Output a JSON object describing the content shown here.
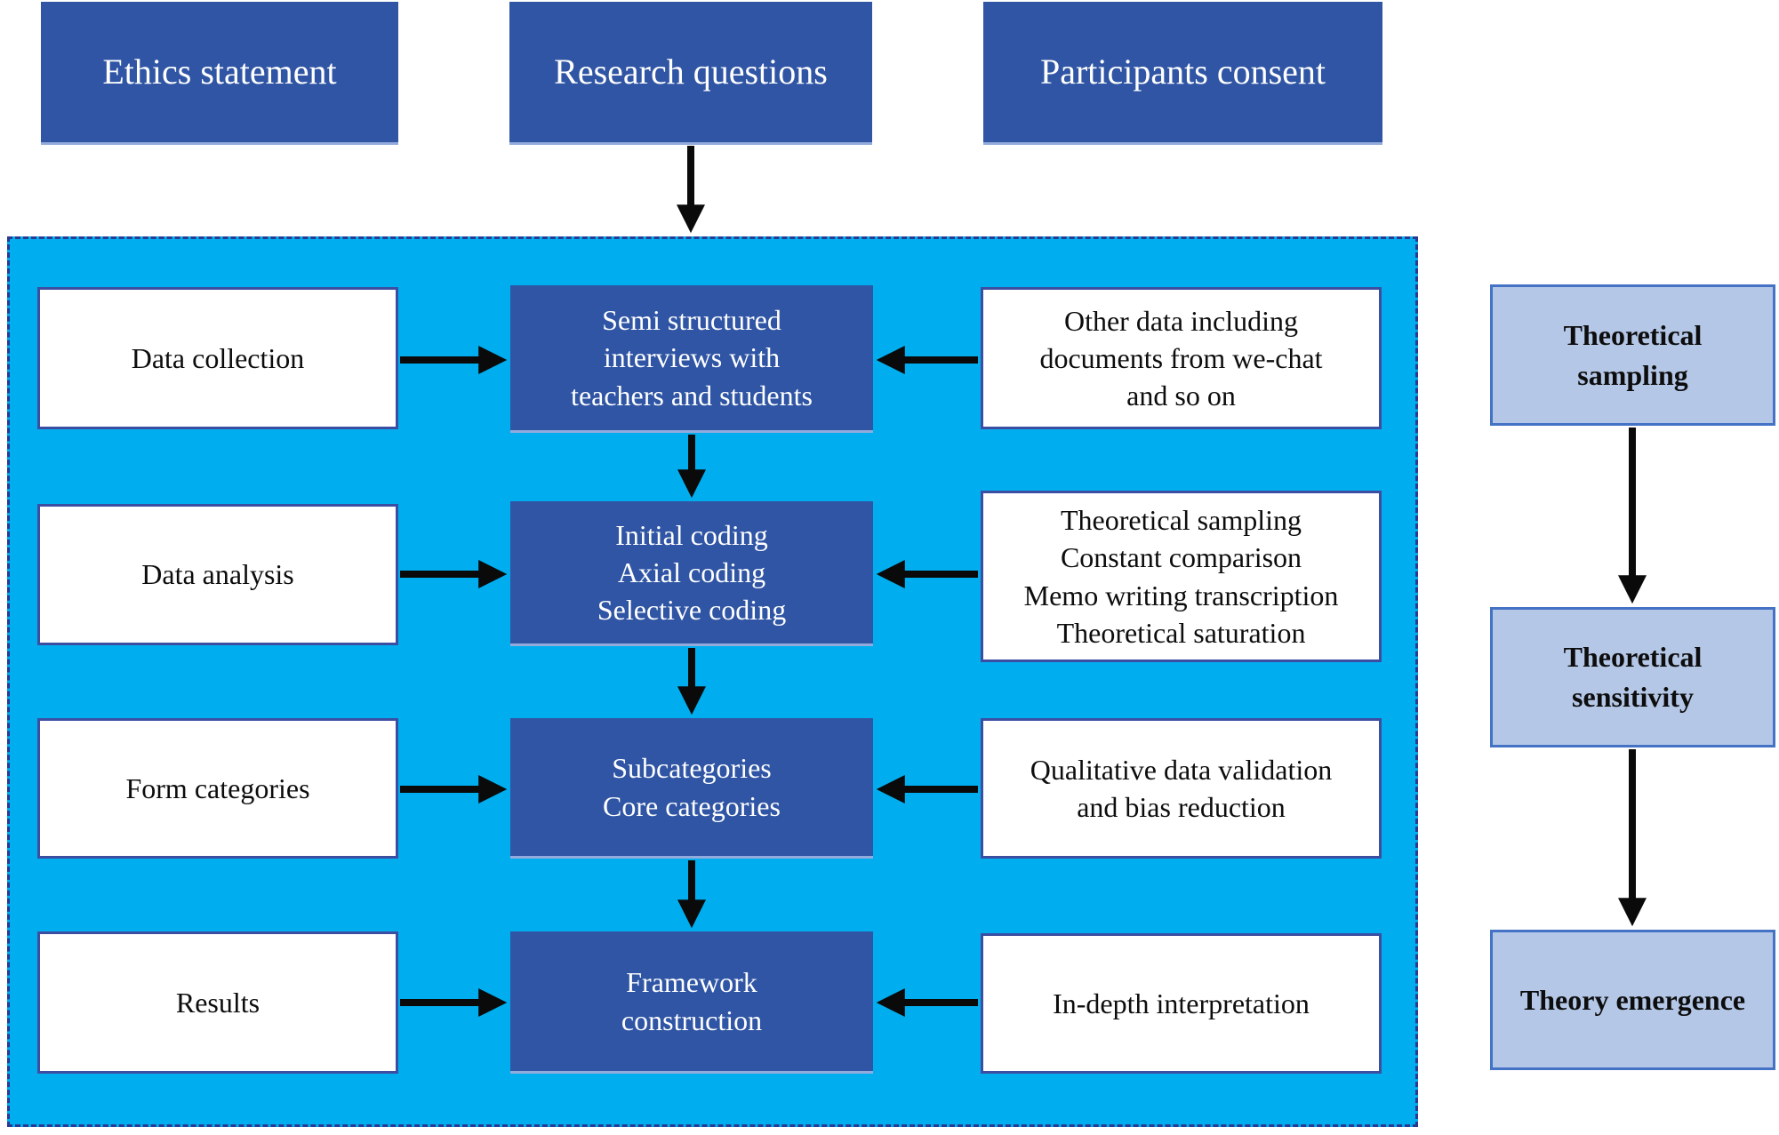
{
  "colors": {
    "primary_blue": "#2F55A4",
    "container_cyan": "#00AEEF",
    "lavender": "#B4C7E7",
    "lavender_border": "#4472C4",
    "box_border": "#3C4EA2",
    "dashed_border": "#2B3990",
    "arrow_black": "#0A0A0A"
  },
  "top_row": {
    "ethics": "Ethics statement",
    "research": "Research questions",
    "consent": "Participants consent"
  },
  "process_rows": [
    {
      "stage": "Data collection",
      "method": "Semi structured\ninterviews with\nteachers and students",
      "note": "Other data including\ndocuments from we-chat\nand so on"
    },
    {
      "stage": "Data analysis",
      "method": "Initial coding\nAxial coding\nSelective coding",
      "note": "Theoretical sampling\nConstant comparison\nMemo writing transcription\nTheoretical saturation"
    },
    {
      "stage": "Form categories",
      "method": "Subcategories\nCore categories",
      "note": "Qualitative data validation\nand bias reduction"
    },
    {
      "stage": "Results",
      "method": "Framework\nconstruction",
      "note": "In-depth interpretation"
    }
  ],
  "right_column": [
    {
      "label": "Theoretical\nsampling"
    },
    {
      "label": "Theoretical\nsensitivity"
    },
    {
      "label": "Theory emergence"
    }
  ]
}
